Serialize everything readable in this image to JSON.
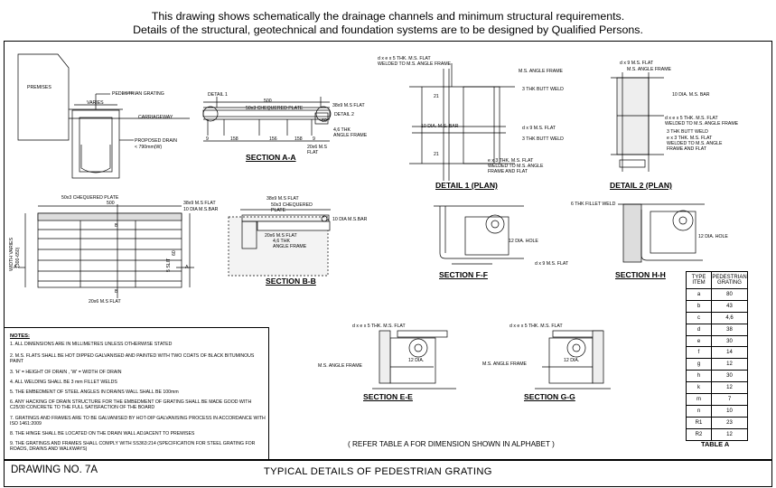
{
  "header": {
    "line1": "This drawing shows schematically the drainage channels and minimum  structural requirements.",
    "line2": "Details of the structural, geotechnical and foundation systems are to be designed by Qualified Persons."
  },
  "sections": {
    "aa": "SECTION A-A",
    "bb": "SECTION B-B",
    "detail1": "DETAIL 1 (PLAN)",
    "detail2": "DETAIL 2 (PLAN)",
    "ff": "SECTION F-F",
    "hh": "SECTION H-H",
    "ee": "SECTION E-E",
    "gg": "SECTION G-G"
  },
  "labels": {
    "premises": "PREMISES",
    "pedestrian_grating": "PEDESTRIAN GRATING",
    "varies": "VARIES",
    "carriageway": "CARRIAGEWAY",
    "proposed_drain": "PROPOSED DRAIN",
    "proposed_drain_2": "< 790mm(W)",
    "detail1": "DETAIL 1",
    "detail2": "DETAIL 2",
    "dim_500": "500",
    "chequered_plate": "50x3 CHEQUERED PLATE",
    "flat_38x9": "38x9 M.S FLAT",
    "dim_60": "60",
    "dim_158a": "158",
    "dim_156": "156",
    "dim_158b": "158",
    "dim_9a": "9",
    "dim_9b": "9",
    "angle_frame": "4,6 THK",
    "angle_frame_2": "ANGLE FRAME",
    "flat_20x6": "20x6 M.S",
    "flat_20x6_2": "FLAT",
    "plan_chequered": "50x3 CHEQUERED PLATE",
    "plan_500": "500",
    "plan_38x9": "38x9 M.S FLAT",
    "plan_10dia": "10 DIA M.S.BAR",
    "width_varies": "WIDTH VARIES",
    "width_range": "(300-650)",
    "slit": "5 SLIT",
    "slit_60": "60",
    "plan_20x6": "20x6 M.S FLAT",
    "b_top": "B",
    "b_bottom": "B",
    "a_left": "A",
    "a_right": "A",
    "bb_38x9": "38x9 M.S FLAT",
    "bb_plate": "50x3 CHEQUERED",
    "bb_plate_2": "PLATE",
    "bb_10dia": "10 DIA M.S.BAR",
    "bb_20x6": "20x6 M.S FLAT",
    "bb_angle": "4,6 THK",
    "bb_angle_2": "ANGLE FRAME",
    "d1_flat": "d x e x 5 THK. M.S. FLAT",
    "d1_flat_2": "WELDED TO M.S. ANGLE FRAME",
    "d1_angle": "M.S. ANGLE FRAME",
    "d1_butt": "3 THK BUTT WELD",
    "d1_bar": "10 DIA. M.S. BAR",
    "d1_dx9": "d x 9 M.S. FLAT",
    "d1_butt2": "3 THK BUTT WELD",
    "d1_flat3": "e x 3 THK. M.S. FLAT",
    "d1_flat3_2": "WELDED TO M.S. ANGLE",
    "d1_flat3_3": "FRAME AND FLAT",
    "d1_21a": "21",
    "d1_21b": "21",
    "d2_dx9": "d x 9 M.S. FLAT",
    "d2_angle": "M.S. ANGLE FRAME",
    "d2_bar": "10 DIA. M.S. BAR",
    "d2_flat": "d x e x 5 THK. M.S. FLAT",
    "d2_flat_2": "WELDED TO M.S. ANGLE FRAME",
    "d2_butt": "3 THK BUTT WELD",
    "d2_flat3": "e x 3 THK. M.S. FLAT",
    "d2_flat3_2": "WELDED TO M.S. ANGLE",
    "d2_flat3_3": "FRAME AND FLAT",
    "ff_hole": "12 DIA. HOLE",
    "ff_dx9": "d x 9 M.S. FLAT",
    "hh_weld": "6 THK FILLET WELD",
    "hh_hole": "12 DIA. HOLE",
    "ee_flat": "d x e x 5 THK. M.S. FLAT",
    "ee_angle": "M.S. ANGLE FRAME",
    "ee_dia": "12 DIA.",
    "gg_flat": "d x e x 5 THK. M.S. FLAT",
    "gg_angle": "M.S. ANGLE FRAME",
    "gg_dia": "12 DIA."
  },
  "notes": {
    "title": "NOTES:",
    "items": [
      "1.  ALL DIMENSIONS ARE IN MILLIMETRES UNLESS OTHERWISE STATED",
      "2.  M.S. FLATS SHALL BE HOT DIPPED GALVANISED AND PAINTED WITH TWO COATS OF BLACK BITUMINOUS PAINT",
      "3.  'H' = HEIGHT OF DRAIN , 'W' = WIDTH OF DRAIN",
      "4.  ALL WELDING SHALL BE 3 mm FILLET WELDS",
      "5.  THE EMBEDMENT OF STEEL ANGLES IN DRAINS WALL SHALL BE 100mm",
      "6.  ANY HACKING OF DRAIN STRUCTURE FOR THE EMBEDMENT OF GRATING SHALL BE MADE GOOD WITH C25/30 CONCRETE TO THE FULL SATISFACTION OF THE BOARD",
      "7.  GRATINGS AND FRAMES ARE TO BE GALVANISED BY HOT-DIP GALVANISING PROCESS IN ACCORDANCE WITH ISO 1461:2009",
      "8.  THE HINGE SHALL BE LOCATED ON THE DRAIN WALL ADJACENT TO PREMISES",
      "9.  THE GRATINGS AND FRAMES SHALL COMPLY WITH SS363:214 (SPECIFICATION FOR STEEL GRATING FOR ROADS, DRAINS AND WALKWAYS)"
    ]
  },
  "reference": "( REFER TABLE A FOR DIMENSION SHOWN IN ALPHABET )",
  "table_a": {
    "header_type": "TYPE",
    "header_item": "ITEM",
    "header_grating": "PEDESTRIAN",
    "header_grating_2": "GRATING",
    "rows": [
      {
        "item": "a",
        "value": "80"
      },
      {
        "item": "b",
        "value": "43"
      },
      {
        "item": "c",
        "value": "4,6"
      },
      {
        "item": "d",
        "value": "38"
      },
      {
        "item": "e",
        "value": "30"
      },
      {
        "item": "f",
        "value": "14"
      },
      {
        "item": "g",
        "value": "12"
      },
      {
        "item": "h",
        "value": "30"
      },
      {
        "item": "k",
        "value": "12"
      },
      {
        "item": "m",
        "value": "7"
      },
      {
        "item": "n",
        "value": "10"
      },
      {
        "item": "R1",
        "value": "23"
      },
      {
        "item": "R2",
        "value": "12"
      }
    ],
    "caption": "TABLE A"
  },
  "footer": {
    "drawing_no": "DRAWING  NO. 7A",
    "title": "TYPICAL DETAILS OF PEDESTRIAN GRATING"
  }
}
